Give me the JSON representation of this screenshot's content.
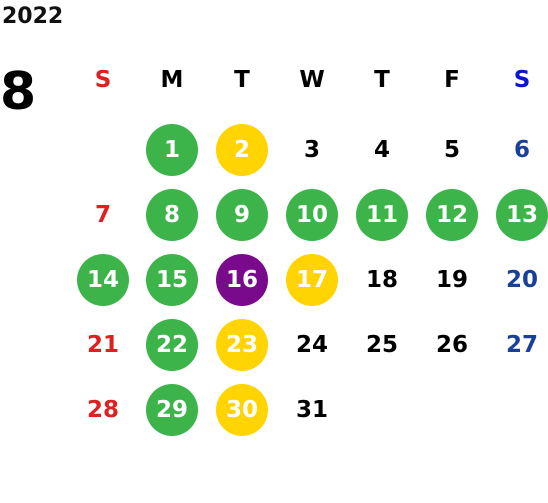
{
  "year": "2022",
  "month": "8",
  "colors": {
    "sunday": "#e02020",
    "saturday": "#1a3f99",
    "saturday_header": "#0a14d8",
    "weekday": "#000000",
    "green": "#3cb44a",
    "yellow": "#ffd400",
    "purple": "#7a0a8c",
    "on_fill": "#ffffff"
  },
  "weekdays": [
    "S",
    "M",
    "T",
    "W",
    "T",
    "F",
    "S"
  ],
  "weeks": [
    [
      null,
      {
        "d": "1",
        "m": "green"
      },
      {
        "d": "2",
        "m": "yellow"
      },
      {
        "d": "3"
      },
      {
        "d": "4"
      },
      {
        "d": "5"
      },
      {
        "d": "6"
      }
    ],
    [
      {
        "d": "7"
      },
      {
        "d": "8",
        "m": "green"
      },
      {
        "d": "9",
        "m": "green"
      },
      {
        "d": "10",
        "m": "green"
      },
      {
        "d": "11",
        "m": "green"
      },
      {
        "d": "12",
        "m": "green"
      },
      {
        "d": "13",
        "m": "green"
      }
    ],
    [
      {
        "d": "14",
        "m": "green"
      },
      {
        "d": "15",
        "m": "green"
      },
      {
        "d": "16",
        "m": "purple"
      },
      {
        "d": "17",
        "m": "yellow"
      },
      {
        "d": "18"
      },
      {
        "d": "19"
      },
      {
        "d": "20"
      }
    ],
    [
      {
        "d": "21"
      },
      {
        "d": "22",
        "m": "green"
      },
      {
        "d": "23",
        "m": "yellow"
      },
      {
        "d": "24"
      },
      {
        "d": "25"
      },
      {
        "d": "26"
      },
      {
        "d": "27"
      }
    ],
    [
      {
        "d": "28"
      },
      {
        "d": "29",
        "m": "green"
      },
      {
        "d": "30",
        "m": "yellow"
      },
      {
        "d": "31"
      },
      null,
      null,
      null
    ]
  ]
}
